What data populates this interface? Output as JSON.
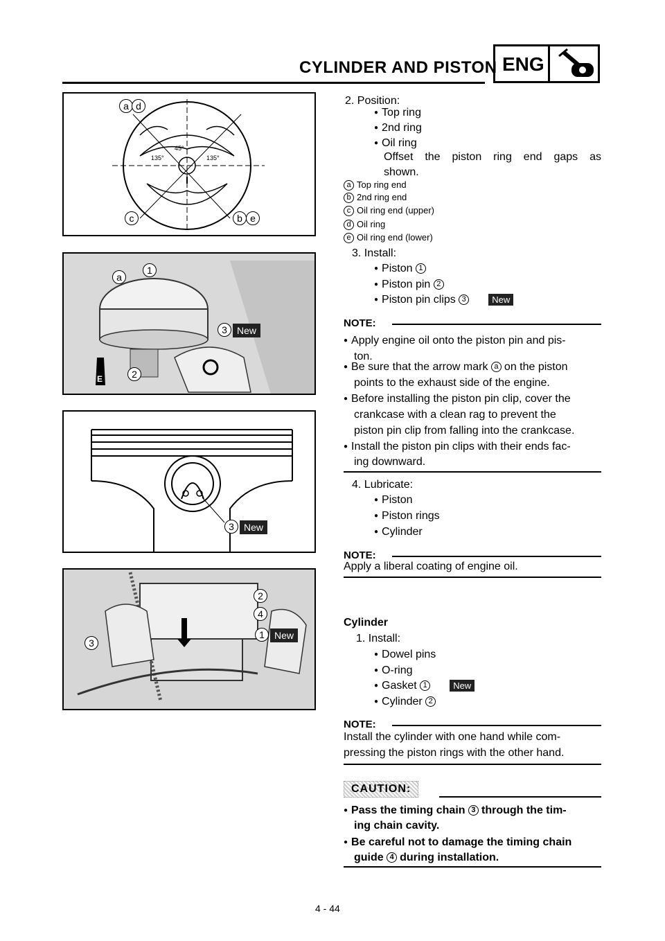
{
  "header": {
    "title": "CYLINDER AND PISTON",
    "section": "ENG"
  },
  "figures": {
    "fig1": {
      "labels": [
        "a",
        "d",
        "c",
        "b",
        "e"
      ],
      "angles": [
        "45°",
        "135°",
        "135°"
      ]
    },
    "fig2": {
      "labels": [
        "1",
        "a",
        "3",
        "2",
        "E"
      ],
      "new": "New"
    },
    "fig3": {
      "labels": [
        "3"
      ],
      "new": "New"
    },
    "fig4": {
      "labels": [
        "2",
        "4",
        "1",
        "3"
      ],
      "new": "New"
    }
  },
  "step2": {
    "title": "2. Position:",
    "items": [
      "Top ring",
      "2nd ring",
      "Oil ring"
    ],
    "desc1": "Offset the piston ring end gaps as",
    "desc2": "shown."
  },
  "legend": [
    {
      "k": "a",
      "v": "Top ring end"
    },
    {
      "k": "b",
      "v": "2nd ring end"
    },
    {
      "k": "c",
      "v": "Oil ring end (upper)"
    },
    {
      "k": "d",
      "v": "Oil ring"
    },
    {
      "k": "e",
      "v": "Oil ring end (lower)"
    }
  ],
  "step3": {
    "title": "3. Install:",
    "items": [
      {
        "t": "Piston",
        "n": "1"
      },
      {
        "t": "Piston pin",
        "n": "2"
      },
      {
        "t": "Piston pin clips",
        "n": "3"
      }
    ],
    "new": "New"
  },
  "note1": {
    "label": "NOTE:",
    "lines": [
      "Apply engine oil onto the piston pin and pis-",
      "ton.",
      "Be sure that the arrow mark",
      "on the piston",
      "a",
      "points to the exhaust side of the engine.",
      "Before installing the piston pin clip, cover the",
      "crankcase with a clean rag to prevent the",
      "piston pin clip from falling into the crankcase.",
      "Install the piston pin clips with their ends fac-",
      "ing downward."
    ]
  },
  "step4": {
    "title": "4. Lubricate:",
    "items": [
      "Piston",
      "Piston rings",
      "Cylinder"
    ]
  },
  "note2": {
    "label": "NOTE:",
    "text": "Apply a liberal coating of engine oil."
  },
  "cylinder": {
    "heading": "Cylinder",
    "title": "1. Install:",
    "items": [
      {
        "t": "Dowel pins",
        "n": ""
      },
      {
        "t": "O-ring",
        "n": ""
      },
      {
        "t": "Gasket",
        "n": "1"
      },
      {
        "t": "Cylinder",
        "n": "2"
      }
    ],
    "new": "New"
  },
  "note3": {
    "label": "NOTE:",
    "line1": "Install the cylinder with one hand while com-",
    "line2": "pressing the piston rings with the other hand."
  },
  "caution": {
    "label": "CAUTION:",
    "l1a": "Pass the timing chain",
    "l1n": "3",
    "l1b": "through the tim-",
    "l1c": "ing chain cavity.",
    "l2a": "Be careful not to damage the timing chain",
    "l2b": "guide",
    "l2n": "4",
    "l2c": "during installation."
  },
  "page_number": "4 - 44"
}
